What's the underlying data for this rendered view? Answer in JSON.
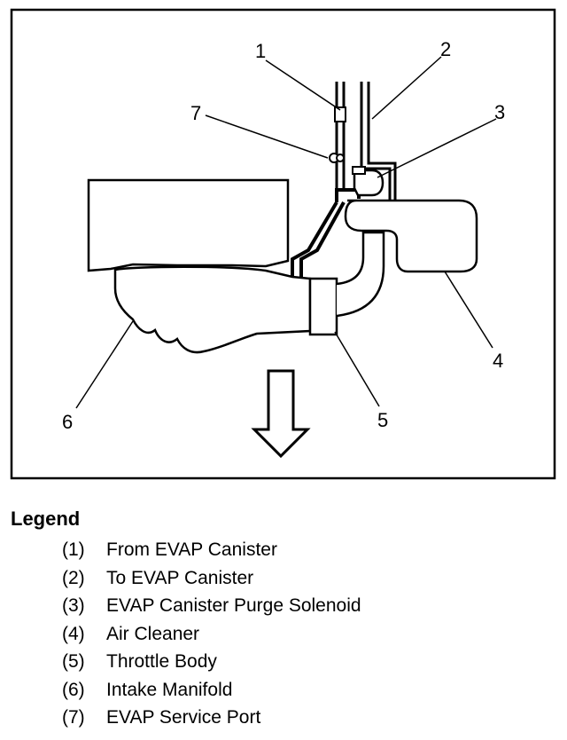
{
  "callouts": [
    "1",
    "2",
    "3",
    "4",
    "5",
    "6",
    "7"
  ],
  "legend": {
    "title": "Legend",
    "items": [
      {
        "num": "(1)",
        "label": "From EVAP Canister"
      },
      {
        "num": "(2)",
        "label": "To EVAP Canister"
      },
      {
        "num": "(3)",
        "label": "EVAP Canister Purge Solenoid"
      },
      {
        "num": "(4)",
        "label": "Air Cleaner"
      },
      {
        "num": "(5)",
        "label": "Throttle Body"
      },
      {
        "num": "(6)",
        "label": "Intake Manifold"
      },
      {
        "num": "(7)",
        "label": "EVAP Service Port"
      }
    ]
  }
}
